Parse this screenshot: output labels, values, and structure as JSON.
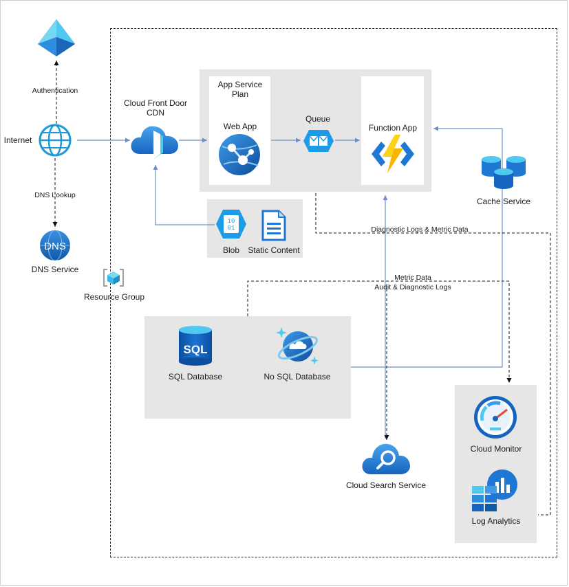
{
  "labels": {
    "authentication": "Authentication",
    "internet": "Internet",
    "dns_lookup": "DNS Lookup",
    "dns_service": "DNS Service",
    "resource_group": "Resource Group",
    "cdn_line1": "Cloud Front Door",
    "cdn_line2": "CDN",
    "app_service_plan_line1": "App Service",
    "app_service_plan_line2": "Plan",
    "web_app": "Web App",
    "queue": "Queue",
    "function_app": "Function App",
    "cache_service": "Cache Service",
    "blob": "Blob",
    "static_content": "Static Content",
    "diag_logs_metric": "Diagnostic Logs & Metric Data",
    "metric_data": "Metric Data",
    "audit_diag_logs": "Audit & Diagnostic Logs",
    "sql_database": "SQL Database",
    "nosql_database": "No SQL Database",
    "cloud_search": "Cloud Search Service",
    "cloud_monitor": "Cloud Monitor",
    "log_analytics": "Log Analytics",
    "dns_badge": "DNS",
    "sql_badge": "SQL",
    "blob_badge_1": "10",
    "blob_badge_2": "01"
  },
  "colors": {
    "azure_blue": "#1f77d4",
    "light_blue": "#50c8f0",
    "connector": "#6f8fc7",
    "dashed": "#222222",
    "panel_grey": "#e6e6e6"
  }
}
